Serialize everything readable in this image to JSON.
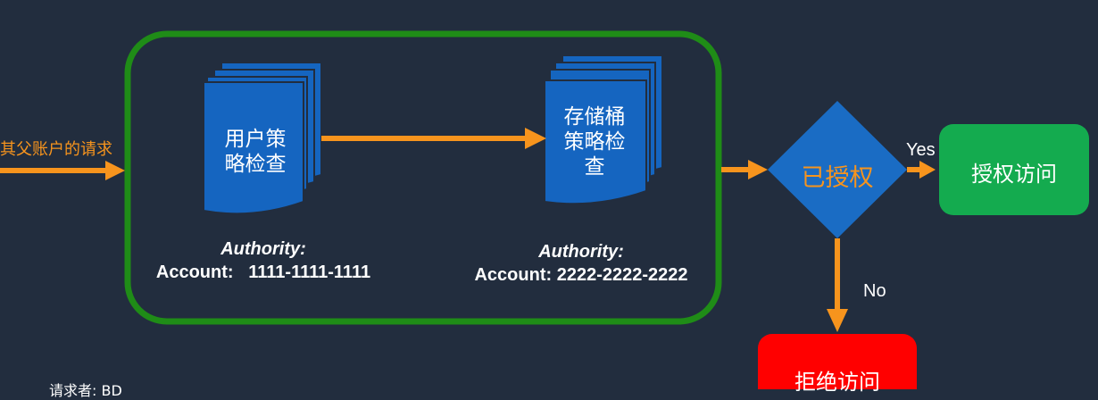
{
  "incoming_request_label": "其父账户的请求",
  "user_policy": {
    "label_line1": "用户策",
    "label_line2": "略检查",
    "authority_title": "Authority:",
    "account": "Account:   1111-1111-1111"
  },
  "bucket_policy": {
    "label_line1": "存储桶",
    "label_line2": "策略检",
    "label_line3": "查",
    "authority_title": "Authority:",
    "account": "Account: 2222-2222-2222"
  },
  "decision": {
    "label": "已授权"
  },
  "yes_label": "Yes",
  "no_label": "No",
  "grant_box": {
    "label": "授权访问"
  },
  "deny_box": {
    "label": "拒绝访问"
  },
  "requester_label": "请求者: BD",
  "colors": {
    "background": "#222d3e",
    "document": "#1565c0",
    "arrow": "#f7941d",
    "group_border": "#1f8c17",
    "decision": "#1a6cc4",
    "decision_text": "#f7941d",
    "grant": "#14ab4f",
    "deny": "#ff0000"
  }
}
